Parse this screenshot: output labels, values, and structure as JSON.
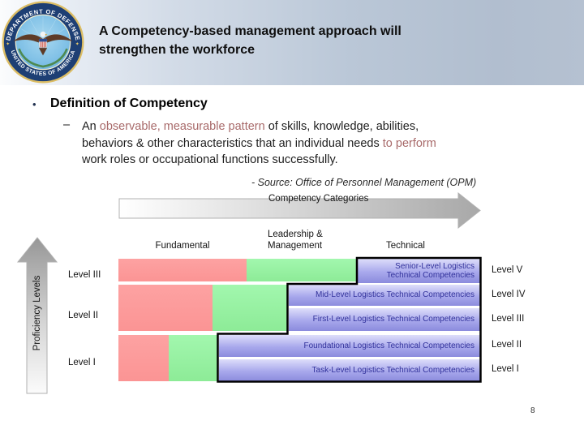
{
  "slide": {
    "title_line1": "A Competency-based management approach will",
    "title_line2": "strengthen the workforce",
    "page_number": "8"
  },
  "seal": {
    "ring_top": "DEPARTMENT OF DEFENSE",
    "ring_bottom": "UNITED STATES OF AMERICA",
    "star": "✦"
  },
  "definition": {
    "bullet": "•",
    "heading": "Definition of Competency",
    "dash": "–",
    "line1_plain": "An ",
    "line1_accent": "observable, measurable pattern",
    "line1_rest": " of skills, knowledge, abilities,",
    "line2_plain": "behaviors & other characteristics that an individual needs ",
    "line2_accent": "to perform",
    "line3": "work roles or occupational functions successfully.",
    "source": "- Source:  Office of Personnel Management (OPM)",
    "accent_color": "#a86a6a"
  },
  "chart": {
    "categories_arrow_label": "Competency Categories",
    "proficiency_arrow_label": "Proficiency Levels",
    "column_headers": {
      "fundamental": "Fundamental",
      "leadership": "Leadership & Management",
      "technical": "Technical"
    },
    "left_levels": [
      "Level III",
      "Level II",
      "Level I"
    ],
    "right_levels": [
      "Level V",
      "Level IV",
      "Level III",
      "Level II",
      "Level I"
    ],
    "technical_boxes": {
      "senior": "Senior-Level Logistics Technical Competencies",
      "mid": "Mid-Level Logistics Technical Competencies",
      "first": "First-Level Logistics Technical Competencies",
      "foundational": "Foundational Logistics Technical Competencies",
      "task": "Task-Level Logistics Technical Competencies"
    },
    "colors": {
      "fundamental_bar": "#fc9a9a",
      "leadership_bar": "#95f1a0",
      "technical_box_text": "#32329b",
      "technical_box_gradient_top": "#dedefa",
      "technical_box_gradient_bottom": "#8b8bdd"
    },
    "rows": [
      {
        "proficiency": "Level III",
        "technical_competencies": [
          "Senior-Level Logistics Technical Competencies"
        ],
        "technical_levels": [
          "Level V"
        ]
      },
      {
        "proficiency": "Level II",
        "technical_competencies": [
          "Mid-Level Logistics Technical Competencies",
          "First-Level Logistics Technical Competencies"
        ],
        "technical_levels": [
          "Level IV",
          "Level III"
        ]
      },
      {
        "proficiency": "Level I",
        "technical_competencies": [
          "Foundational Logistics Technical Competencies",
          "Task-Level Logistics Technical Competencies"
        ],
        "technical_levels": [
          "Level II",
          "Level I"
        ]
      }
    ]
  }
}
